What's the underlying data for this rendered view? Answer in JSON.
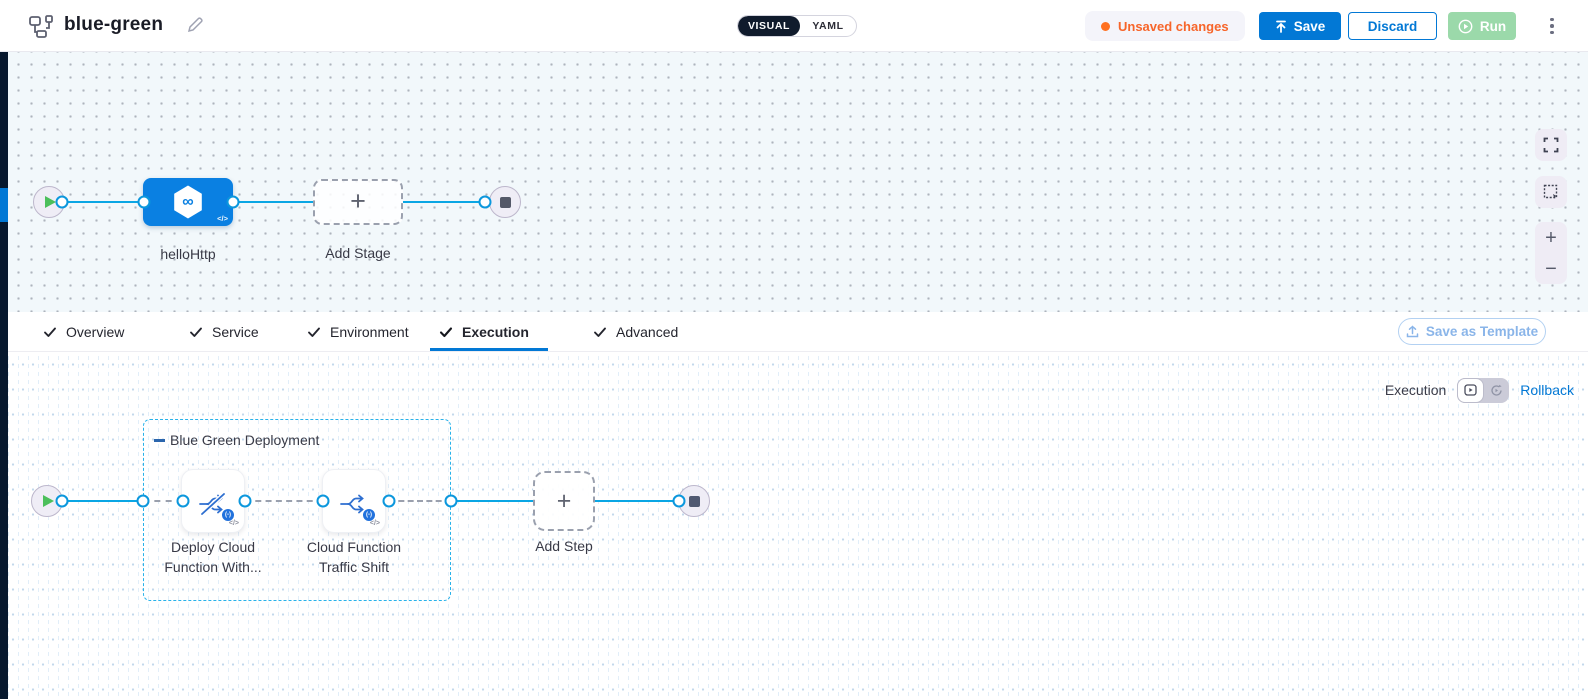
{
  "header": {
    "title": "blue-green",
    "mode_toggle": {
      "visual_label": "VISUAL",
      "yaml_label": "YAML"
    },
    "unsaved_changes_label": "Unsaved changes",
    "save_label": "Save",
    "discard_label": "Discard",
    "run_label": "Run"
  },
  "stage_canvas": {
    "stage_label": "helloHttp",
    "add_stage_label": "Add Stage"
  },
  "tabs": {
    "items": [
      {
        "label": "Overview"
      },
      {
        "label": "Service"
      },
      {
        "label": "Environment"
      },
      {
        "label": "Execution"
      },
      {
        "label": "Advanced"
      }
    ],
    "active_tab": "Execution",
    "save_as_template_label": "Save as Template"
  },
  "execution": {
    "view_label": "Execution",
    "rollback_label": "Rollback",
    "group_label": "Blue Green Deployment",
    "steps": [
      {
        "label": "Deploy Cloud Function With..."
      },
      {
        "label": "Cloud Function Traffic Shift"
      }
    ],
    "add_step_label": "Add Step"
  },
  "icons": {
    "plus_glyph": "+",
    "zoom_in_glyph": "+",
    "zoom_out_glyph": "−",
    "code_glyph": "</>",
    "fn_badge_glyph": "(-)",
    "infinity_glyph": "∞"
  },
  "colors": {
    "primary_blue": "#0278d5",
    "canvas_line_blue": "#0aa6e4",
    "stage_node_blue": "#0a80e2",
    "unsaved_orange": "#f7652a",
    "run_green_disabled": "#9bd9aa",
    "dark_navy": "#07182e"
  }
}
